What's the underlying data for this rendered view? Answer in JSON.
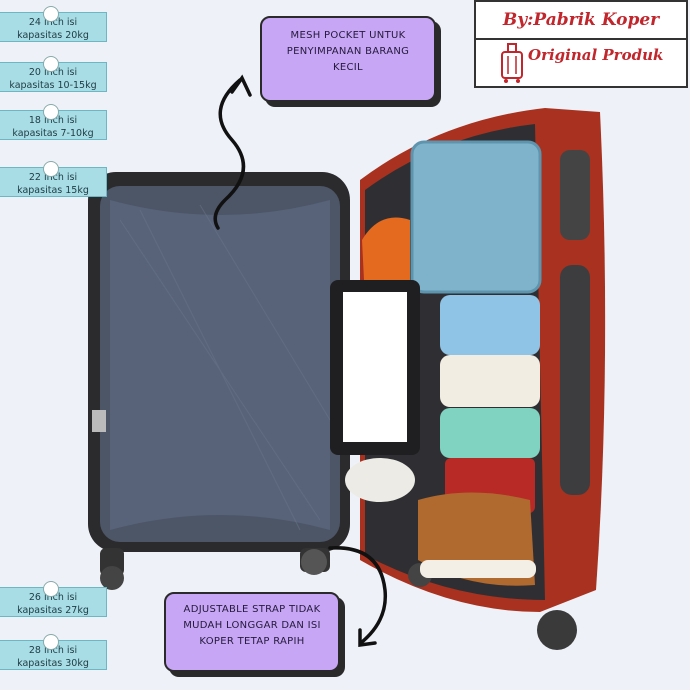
{
  "brand": {
    "title": "By:Pabrik Koper",
    "subtitle": "Original Produk"
  },
  "size_tags": [
    {
      "line1": "24 inch isi",
      "line2": "kapasitas 20kg"
    },
    {
      "line1": "20 inch isi",
      "line2": "kapasitas  10-15kg"
    },
    {
      "line1": "18 inch isi",
      "line2": "kapasitas 7-10kg"
    },
    {
      "line1": "22 inch isi",
      "line2": "kapasitas 15kg"
    },
    {
      "line1": "26 inch isi",
      "line2": "kapasitas 27kg"
    },
    {
      "line1": "28 inch isi",
      "line2": "kapasitas 30kg"
    }
  ],
  "callouts": {
    "mesh_pocket": {
      "line1": "MESH POCKET UNTUK",
      "line2": "PENYIMPANAN BARANG",
      "line3": "KECIL"
    },
    "strap": {
      "line1": "ADJUSTABLE STRAP TIDAK",
      "line2": "MUDAH LONGGAR DAN ISI",
      "line3": "KOPER TETAP RAPIH"
    }
  },
  "colors": {
    "tag_bg": "#a8dde6",
    "callout_bg": "#c7a6f5",
    "brand_red": "#c0262c",
    "suitcase_shell": "#a8321f",
    "lining": "#4a5568"
  },
  "icons": [
    "suitcase-logo-icon",
    "curved-arrow-icon"
  ]
}
